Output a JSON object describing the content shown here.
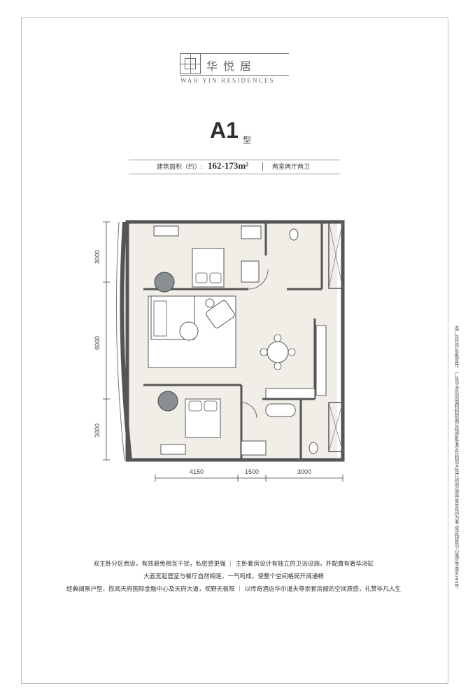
{
  "brand": {
    "name_cn": "华悦居",
    "name_en": "WAH YIN RESIDENCES"
  },
  "unit": {
    "name": "A1",
    "type_suffix": "型"
  },
  "area": {
    "label": "建筑面积（约）:",
    "value": "162-173m²",
    "layout": "两室两厅两卫"
  },
  "plan": {
    "vertical_dims": [
      "3000",
      "6000",
      "3000"
    ],
    "horizontal_dims": [
      "4150",
      "1500",
      "3000"
    ]
  },
  "description": {
    "line1": "双主卧分区而设，有效避免相互干扰，私密感更强 ｜ 主卧套房设计有独立的卫浴设施，并配置有奢华浴缸",
    "line2": "大面宽起居室与餐厅自然相连，一气呵成，使整个空间格局开阔通畅",
    "line3": "经典阔景户型，揽阅天府国际金融中心及天府大道，视野无极限 ｜ 以传奇酒店华尔道夫尊崇套房般的空间质感，礼赞非凡人生"
  },
  "disclaimer": "本广告仅作形象宣传，广告中涉及的面积和数据以政府批准文件和双方签订的商品房买卖合同为准 成房预售中心城区字第9795号",
  "colors": {
    "wall": "#555555",
    "floor": "#f1eee8",
    "frame": "#bdbdbd"
  }
}
